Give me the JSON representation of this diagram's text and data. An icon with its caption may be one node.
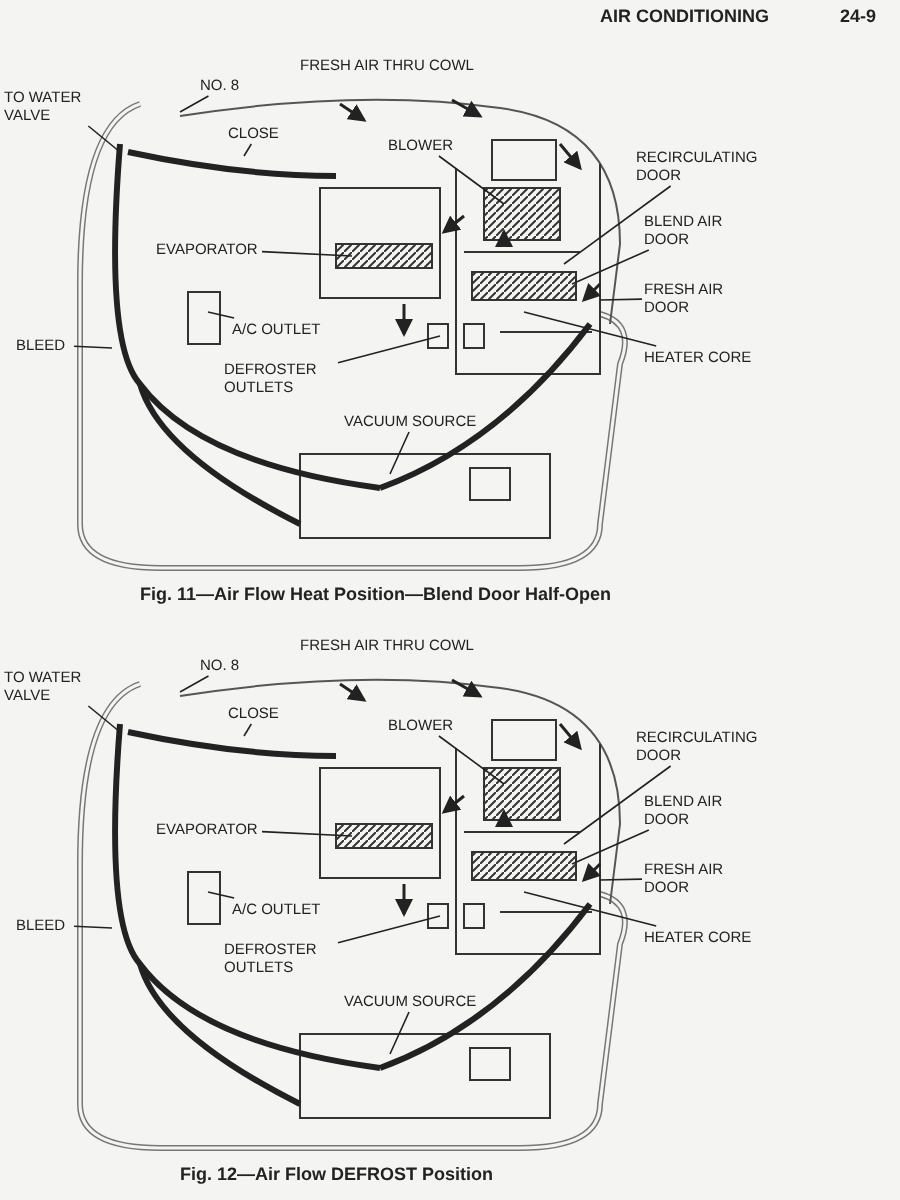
{
  "diagram": {
    "nodes": [
      {
        "text": [
          "TO WATER VALVE"
        ]
      },
      {
        "text": [
          "NO. 8"
        ]
      },
      {
        "text": [
          "CLOSE"
        ]
      },
      {
        "text": [
          "BLOWER"
        ]
      },
      {
        "text": [
          "RECIRCULATING DOOR"
        ]
      },
      {
        "text": [
          "BLEND AIR DOOR"
        ]
      },
      {
        "text": [
          "FRESH AIR DOOR"
        ]
      },
      {
        "text": [
          "EVAPORATOR"
        ]
      },
      {
        "text": [
          "A/C OUTLET"
        ]
      },
      {
        "text": [
          "BLEED"
        ]
      },
      {
        "text": [
          "DEFROSTER OUTLETS"
        ]
      },
      {
        "text": [
          "HEATER CORE"
        ]
      },
      {
        "text": [
          "VACUUM SOURCE"
        ]
      },
      {
        "text": [
          "TO WATER VALVE"
        ]
      },
      {
        "text": [
          "NO. 8"
        ]
      },
      {
        "text": [
          "CLOSE"
        ]
      },
      {
        "text": [
          "BLOWER"
        ]
      },
      {
        "text": [
          "RECIRCULATING DOOR"
        ]
      },
      {
        "text": [
          "BLEND AIR DOOR"
        ]
      },
      {
        "text": [
          "FRESH AIR DOOR"
        ]
      },
      {
        "text": [
          "EVAPORATOR"
        ]
      },
      {
        "text": [
          "A/C OUTLET"
        ]
      },
      {
        "text": [
          "BLEED"
        ]
      },
      {
        "text": [
          "DEFROSTER OUTLETS"
        ]
      },
      {
        "text": [
          "HEATER CORE"
        ]
      },
      {
        "text": [
          "VACUUM SOURCE"
        ]
      }
    ],
    "edges": [
      {
        "from": 0,
        "to": null,
        "arrow": "none"
      },
      {
        "from": 1,
        "to": null,
        "arrow": "none"
      },
      {
        "from": 2,
        "to": null,
        "arrow": "none"
      },
      {
        "from": 3,
        "to": null,
        "arrow": "none"
      },
      {
        "from": 4,
        "to": null,
        "arrow": "none"
      },
      {
        "from": 5,
        "to": null,
        "arrow": "none"
      },
      {
        "from": 6,
        "to": null,
        "arrow": "none"
      },
      {
        "from": 7,
        "to": null,
        "arrow": "none"
      },
      {
        "from": 8,
        "to": null,
        "arrow": "none"
      },
      {
        "from": 9,
        "to": null,
        "arrow": "none"
      },
      {
        "from": 10,
        "to": null,
        "arrow": "none"
      },
      {
        "from": 11,
        "to": null,
        "arrow": "none"
      },
      {
        "from": 12,
        "to": null,
        "arrow": "none"
      },
      {
        "from": 13,
        "to": null,
        "arrow": "none"
      },
      {
        "from": 14,
        "to": null,
        "arrow": "none"
      },
      {
        "from": 15,
        "to": null,
        "arrow": "none"
      },
      {
        "from": 16,
        "to": null,
        "arrow": "none"
      },
      {
        "from": 17,
        "to": null,
        "arrow": "none"
      },
      {
        "from": 18,
        "to": null,
        "arrow": "none"
      },
      {
        "from": 19,
        "to": null,
        "arrow": "none"
      },
      {
        "from": 20,
        "to": null,
        "arrow": "none"
      },
      {
        "from": 21,
        "to": null,
        "arrow": "none"
      },
      {
        "from": 22,
        "to": null,
        "arrow": "none"
      },
      {
        "from": 23,
        "to": null,
        "arrow": "none"
      },
      {
        "from": 24,
        "to": null,
        "arrow": "none"
      },
      {
        "from": 25,
        "to": null,
        "arrow": "none"
      }
    ],
    "labels": [
      "AIR CONDITIONING",
      "24-9",
      "FRESH AIR THRU COWL",
      "Fig. 11—Air Flow Heat Position—Blend Door Half-Open",
      "FRESH AIR THRU COWL",
      "Fig. 12—Air Flow DEFROST Position"
    ]
  }
}
